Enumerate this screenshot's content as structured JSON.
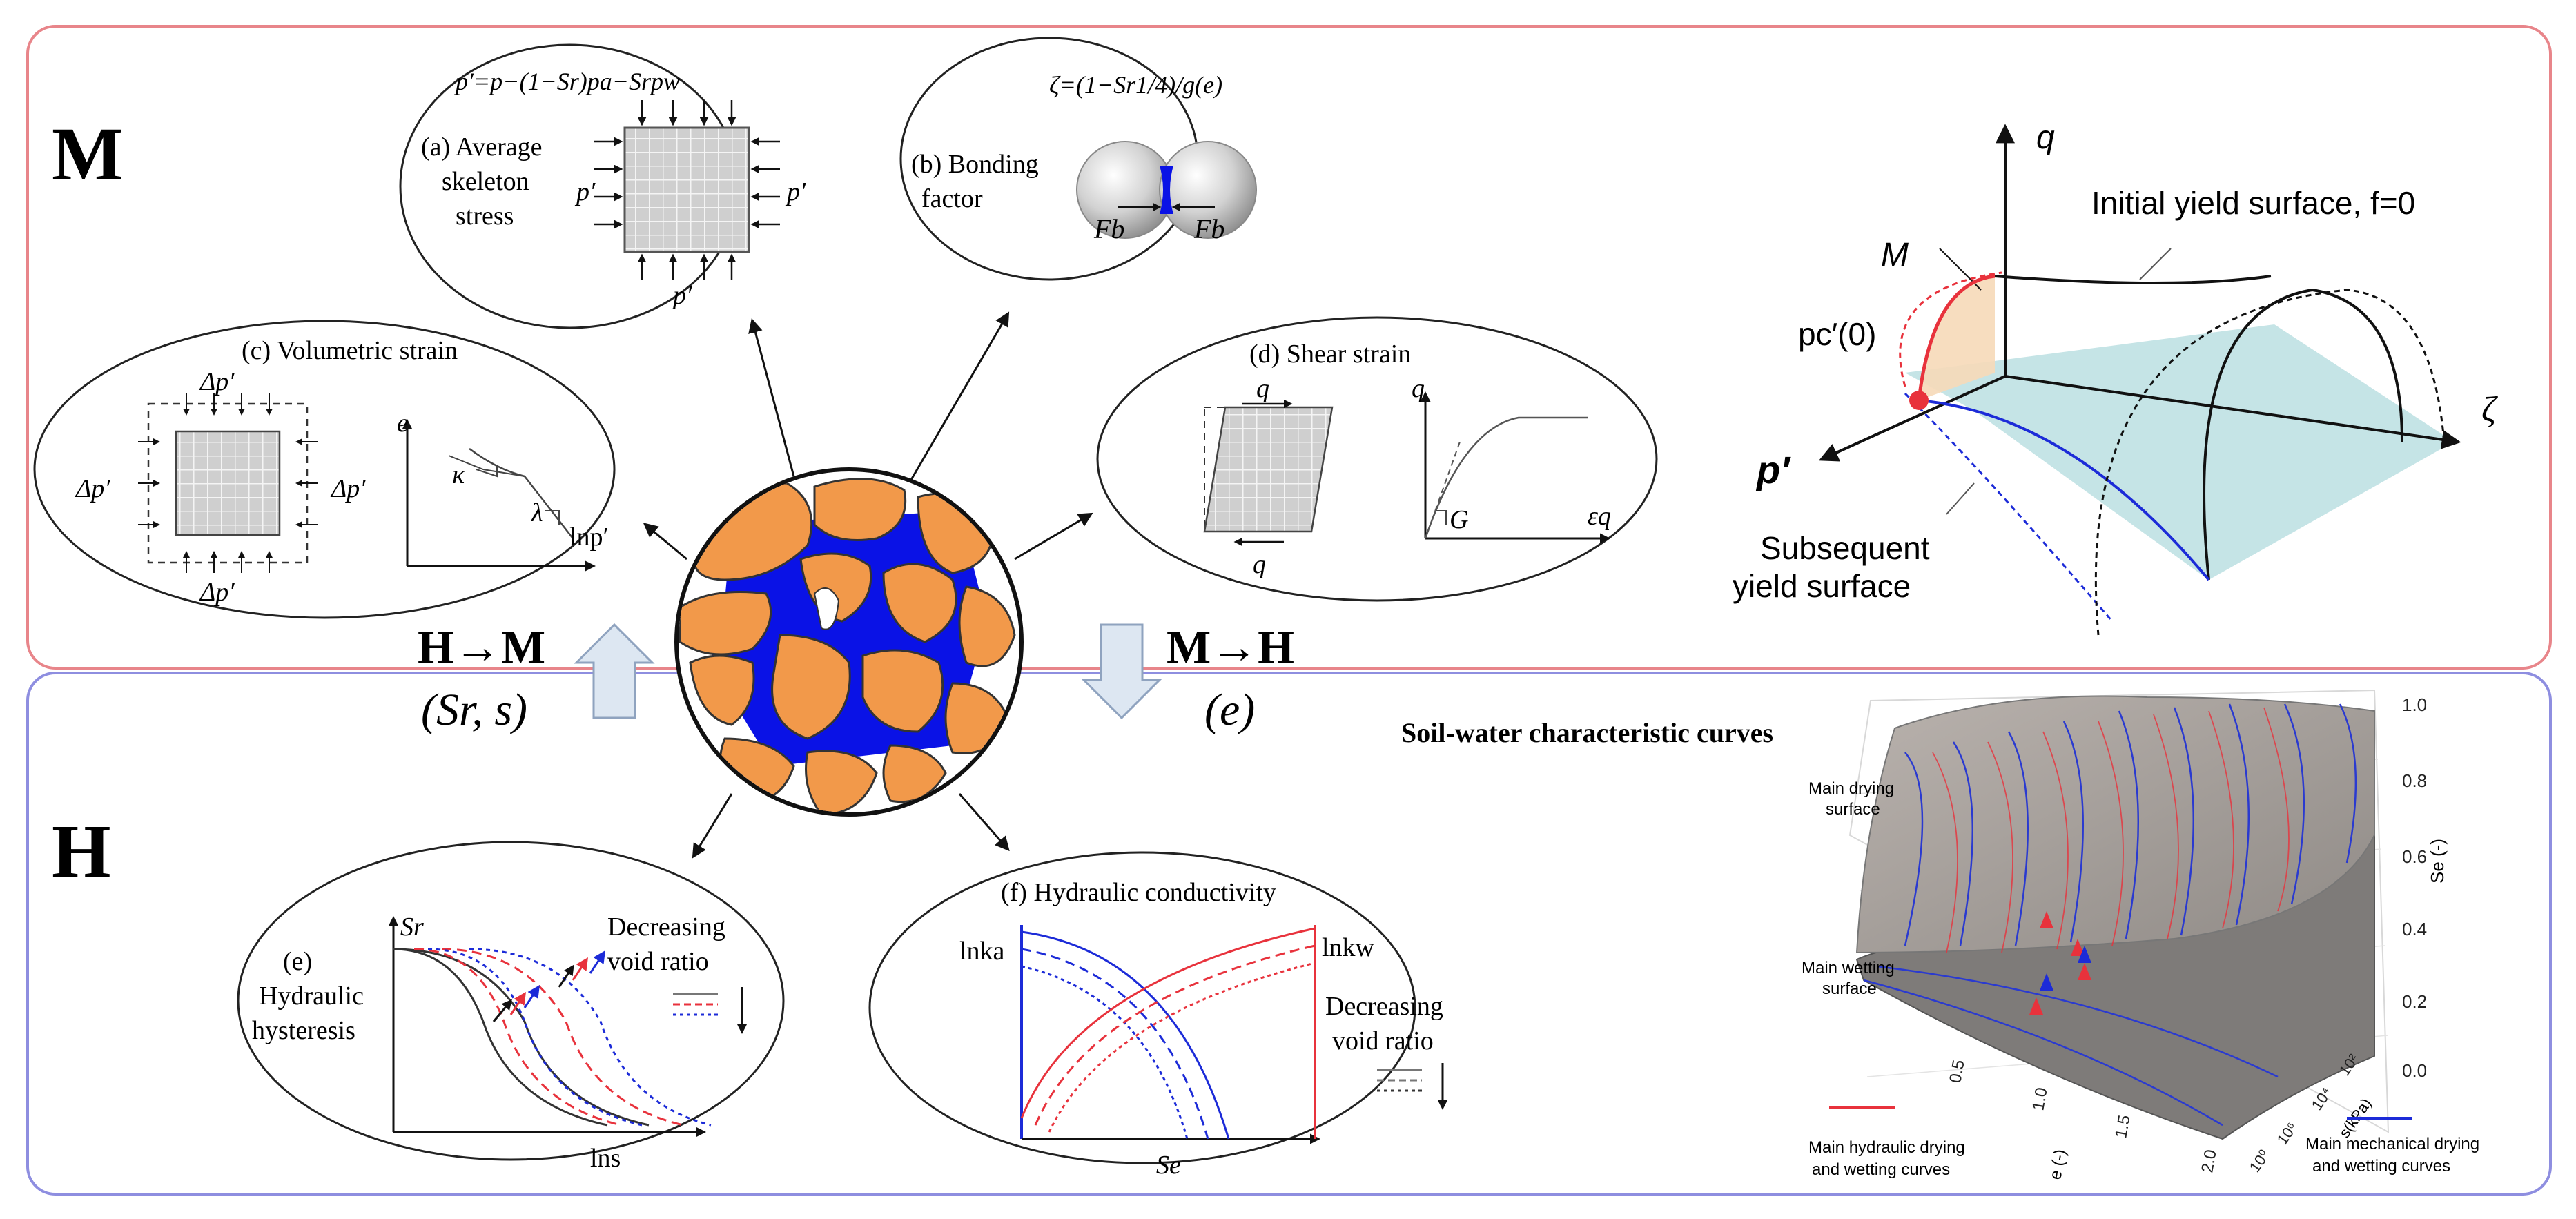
{
  "panels": {
    "mechanical_label": "M",
    "hydraulic_label": "H"
  },
  "coupling": {
    "h_to_m": "H→M",
    "h_to_m_vars": "(Sr, s)",
    "m_to_h": "M→H",
    "m_to_h_vars": "(e)"
  },
  "bubbles": {
    "a": {
      "equation": "p′=p−(1−Sr)pa−Srpw",
      "title_1": "(a) Average",
      "title_2": "skeleton",
      "title_3": "stress",
      "p_label": "p′"
    },
    "b": {
      "equation": "ζ=(1−Sr1/4)/g(e)",
      "title_1": "(b) Bonding",
      "title_2": "factor",
      "force_label": "Fb"
    },
    "c": {
      "title": "(c) Volumetric strain",
      "dp_label": "Δp′",
      "axis_y": "e",
      "axis_x": "lnp′",
      "kappa": "κ",
      "lambda": "λ"
    },
    "d": {
      "title": "(d) Shear strain",
      "q_label": "q",
      "axis_y": "q",
      "axis_x": "εq",
      "g_label": "G"
    },
    "e": {
      "title_1": "(e)",
      "title_2": "Hydraulic",
      "title_3": "hysteresis",
      "axis_y": "Sr",
      "axis_x": "lns",
      "note_1": "Decreasing",
      "note_2": "void ratio"
    },
    "f": {
      "title": "(f) Hydraulic conductivity",
      "ka_label": "lnka",
      "kw_label": "lnkw",
      "axis_x": "Se",
      "note_1": "Decreasing",
      "note_2": "void ratio"
    }
  },
  "yield_surface": {
    "q_axis": "q",
    "p_axis": "p′",
    "zeta_axis": "ζ",
    "m_label": "M",
    "pc_label": "pc′(0)",
    "initial_label": "Initial yield surface, f=0",
    "subsequent_1": "Subsequent",
    "subsequent_2": "yield surface"
  },
  "swcc": {
    "title": "Soil-water characteristic curves",
    "drying_surface_1": "Main drying",
    "drying_surface_2": "surface",
    "wetting_surface_1": "Main wetting",
    "wetting_surface_2": "surface",
    "hydraulic_legend_1": "Main hydraulic drying",
    "hydraulic_legend_2": "and wetting curves",
    "mechanical_legend_1": "Main mechanical drying",
    "mechanical_legend_2": "and wetting curves",
    "se_axis": "Se (-)",
    "e_axis": "e (-)",
    "s_axis": "s(kPa)",
    "se_ticks": [
      "1.0",
      "0.8",
      "0.6",
      "0.4",
      "0.2",
      "0.0"
    ],
    "e_ticks": [
      "0.5",
      "1.0",
      "1.5",
      "2.0"
    ],
    "s_ticks": [
      "10²",
      "10⁴",
      "10⁶",
      "10⁰"
    ]
  },
  "colors": {
    "mechanical_border": "#e8858a",
    "hydraulic_border": "#8e8ee0",
    "grain": "#f2994a",
    "water": "#0a12e6",
    "red_curve": "#e8323c",
    "blue_curve": "#1c2bd8"
  }
}
